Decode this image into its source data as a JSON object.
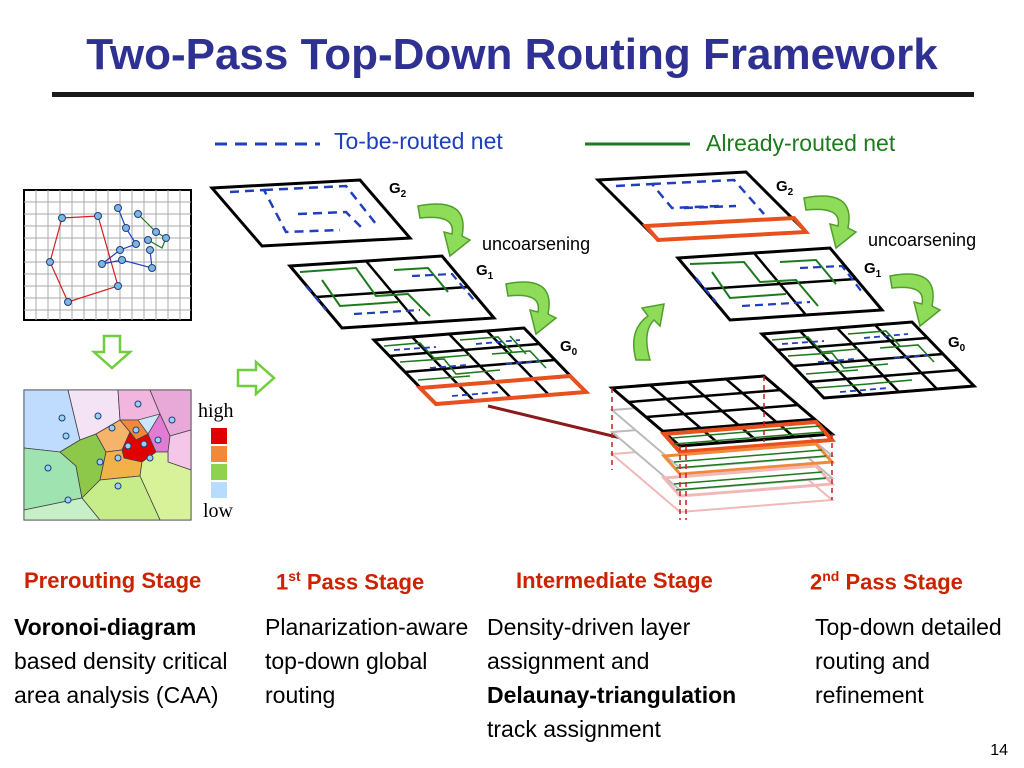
{
  "title": "Two-Pass Top-Down Routing Framework",
  "legend": {
    "to_be_routed": "To-be-routed net",
    "already_routed": "Already-routed net"
  },
  "labels": {
    "uncoarsening": "uncoarsening",
    "high": "high",
    "low": "low",
    "g": "G",
    "g2_sub": "2",
    "g1_sub": "1",
    "g0_sub": "0"
  },
  "stages": [
    {
      "title": "Prerouting Stage"
    },
    {
      "title_pre": "1",
      "title_sup": "st",
      "title_post": " Pass Stage"
    },
    {
      "title": "Intermediate Stage"
    },
    {
      "title_pre": "2",
      "title_sup": "nd",
      "title_post": " Pass Stage"
    }
  ],
  "descriptions": {
    "prerouting": {
      "bold": "Voronoi-diagram",
      "rest": "based density critical area analysis (CAA)"
    },
    "first_pass": {
      "text": "Planarization-aware top-down global routing"
    },
    "intermediate": {
      "pre": "Density-driven layer assignment and",
      "bold": "Delaunay-triangulation",
      "post": "track assignment"
    },
    "second_pass": {
      "text": "Top-down detailed routing and refinement"
    }
  },
  "colors": {
    "title": "#2e3192",
    "stage_title": "#cc2200",
    "to_be_routed": "#1f3fbf",
    "already_routed": "#1e7a1e",
    "highlight": "#e8501e",
    "arrow_green": "#7ed957",
    "density_scale": [
      "#e00000",
      "#f08a3a",
      "#8fd24f",
      "#b8dcff"
    ]
  },
  "page_number": "14"
}
